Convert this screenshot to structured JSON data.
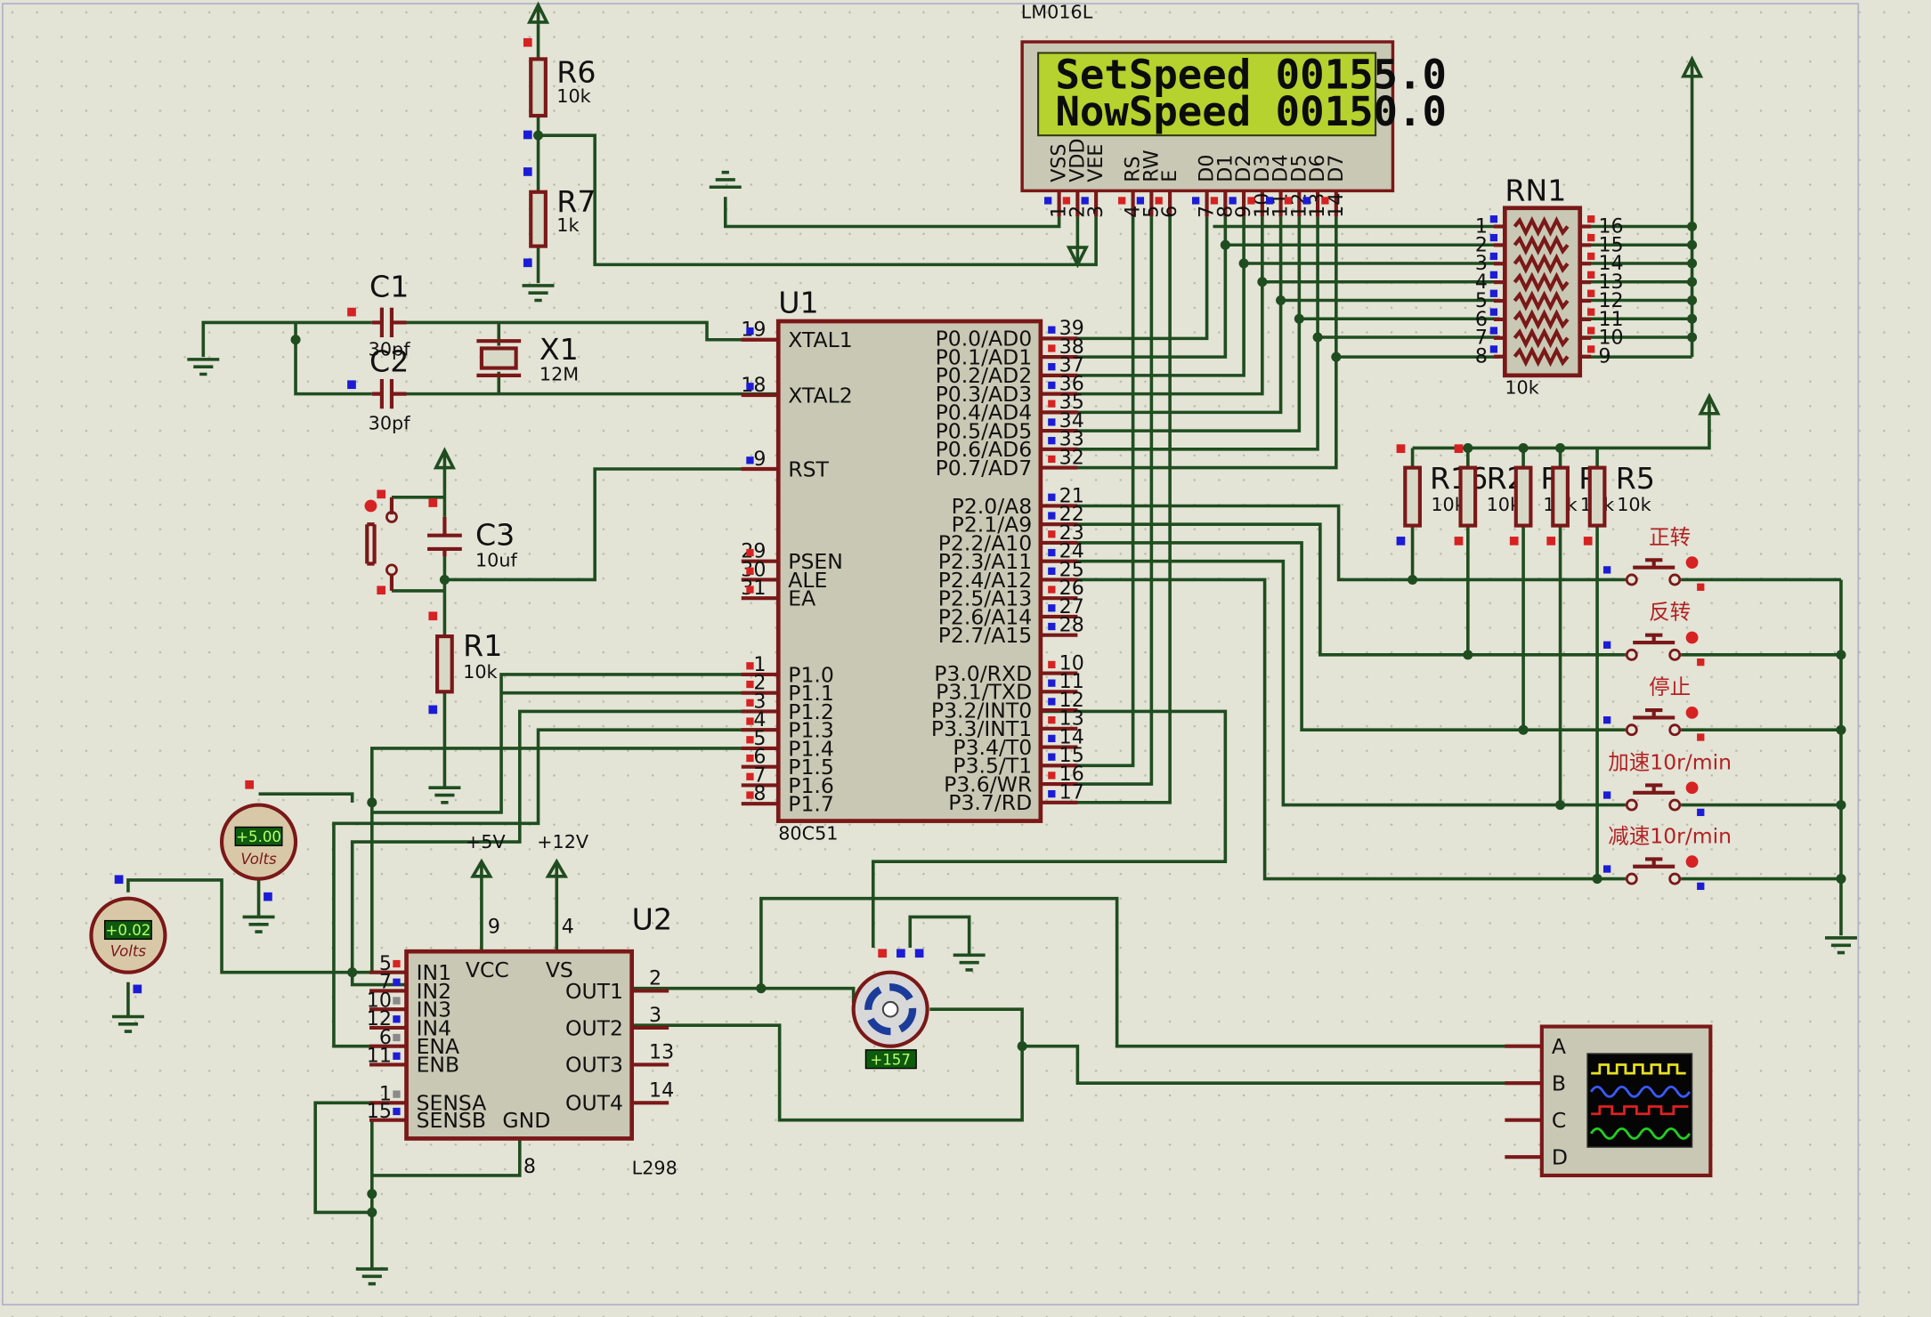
{
  "lcd": {
    "model": "LM016L",
    "line1": "SetSpeed 00155.0",
    "line2": "NowSpeed 00150.0",
    "pins": [
      "VSS",
      "VDD",
      "VEE",
      "RS",
      "RW",
      "E",
      "D0",
      "D1",
      "D2",
      "D3",
      "D4",
      "D5",
      "D6",
      "D7"
    ],
    "pin_numbers": [
      "1",
      "2",
      "3",
      "4",
      "5",
      "6",
      "7",
      "8",
      "9",
      "10",
      "11",
      "12",
      "13",
      "14"
    ]
  },
  "u1": {
    "ref": "U1",
    "part": "80C51",
    "left_pins": [
      {
        "num": "19",
        "name": "XTAL1"
      },
      {
        "num": "18",
        "name": "XTAL2"
      },
      {
        "num": "9",
        "name": "RST"
      },
      {
        "num": "29",
        "name": "PSEN"
      },
      {
        "num": "30",
        "name": "ALE"
      },
      {
        "num": "31",
        "name": "EA"
      },
      {
        "num": "1",
        "name": "P1.0"
      },
      {
        "num": "2",
        "name": "P1.1"
      },
      {
        "num": "3",
        "name": "P1.2"
      },
      {
        "num": "4",
        "name": "P1.3"
      },
      {
        "num": "5",
        "name": "P1.4"
      },
      {
        "num": "6",
        "name": "P1.5"
      },
      {
        "num": "7",
        "name": "P1.6"
      },
      {
        "num": "8",
        "name": "P1.7"
      }
    ],
    "right_pins": [
      {
        "num": "39",
        "name": "P0.0/AD0"
      },
      {
        "num": "38",
        "name": "P0.1/AD1"
      },
      {
        "num": "37",
        "name": "P0.2/AD2"
      },
      {
        "num": "36",
        "name": "P0.3/AD3"
      },
      {
        "num": "35",
        "name": "P0.4/AD4"
      },
      {
        "num": "34",
        "name": "P0.5/AD5"
      },
      {
        "num": "33",
        "name": "P0.6/AD6"
      },
      {
        "num": "32",
        "name": "P0.7/AD7"
      },
      {
        "num": "21",
        "name": "P2.0/A8"
      },
      {
        "num": "22",
        "name": "P2.1/A9"
      },
      {
        "num": "23",
        "name": "P2.2/A10"
      },
      {
        "num": "24",
        "name": "P2.3/A11"
      },
      {
        "num": "25",
        "name": "P2.4/A12"
      },
      {
        "num": "26",
        "name": "P2.5/A13"
      },
      {
        "num": "27",
        "name": "P2.6/A14"
      },
      {
        "num": "28",
        "name": "P2.7/A15"
      },
      {
        "num": "10",
        "name": "P3.0/RXD"
      },
      {
        "num": "11",
        "name": "P3.1/TXD"
      },
      {
        "num": "12",
        "name": "P3.2/INT0"
      },
      {
        "num": "13",
        "name": "P3.3/INT1"
      },
      {
        "num": "14",
        "name": "P3.4/T0"
      },
      {
        "num": "15",
        "name": "P3.5/T1"
      },
      {
        "num": "16",
        "name": "P3.6/WR"
      },
      {
        "num": "17",
        "name": "P3.7/RD"
      }
    ]
  },
  "u2": {
    "ref": "U2",
    "part": "L298",
    "supply_5v": "+5V",
    "supply_12v": "+12V",
    "pins_left": [
      {
        "num": "5",
        "name": "IN1"
      },
      {
        "num": "7",
        "name": "IN2"
      },
      {
        "num": "10",
        "name": "IN3"
      },
      {
        "num": "12",
        "name": "IN4"
      },
      {
        "num": "6",
        "name": "ENA"
      },
      {
        "num": "11",
        "name": "ENB"
      },
      {
        "num": "1",
        "name": "SENSA"
      },
      {
        "num": "15",
        "name": "SENSB"
      }
    ],
    "pins_right": [
      {
        "num": "2",
        "name": "OUT1"
      },
      {
        "num": "3",
        "name": "OUT2"
      },
      {
        "num": "13",
        "name": "OUT3"
      },
      {
        "num": "14",
        "name": "OUT4"
      }
    ],
    "vcc": {
      "num": "9",
      "name": "VCC"
    },
    "vs": {
      "num": "4",
      "name": "VS"
    },
    "gnd": {
      "num": "8",
      "name": "GND"
    }
  },
  "components": {
    "r6": {
      "ref": "R6",
      "value": "10k"
    },
    "r7": {
      "ref": "R7",
      "value": "1k"
    },
    "c1": {
      "ref": "C1",
      "value": "30pf"
    },
    "c2": {
      "ref": "C2",
      "value": "30pf"
    },
    "x1": {
      "ref": "X1",
      "value": "12M"
    },
    "c3": {
      "ref": "C3",
      "value": "10uf"
    },
    "r1": {
      "ref": "R1",
      "value": "10k"
    },
    "rn1": {
      "ref": "RN1",
      "value": "10k",
      "pins_left": [
        "1",
        "2",
        "3",
        "4",
        "5",
        "6",
        "7",
        "8"
      ],
      "pins_right": [
        "16",
        "15",
        "14",
        "13",
        "12",
        "11",
        "10",
        "9"
      ]
    },
    "r16": {
      "ref": "R16",
      "value": "10k"
    },
    "r2": {
      "ref": "R2",
      "value": "10k"
    },
    "r3": {
      "ref": "R",
      "value": "10k"
    },
    "r4": {
      "ref": "R",
      "value": "10k"
    },
    "r5": {
      "ref": "R5",
      "value": "10k"
    },
    "motor": {
      "readout": "+157"
    },
    "voltmeter1": {
      "reading": "+5.00",
      "unit": "Volts"
    },
    "voltmeter2": {
      "reading": "+0.02",
      "unit": "Volts"
    },
    "scope_channels": [
      "A",
      "B",
      "C",
      "D"
    ]
  },
  "buttons": [
    {
      "label": "正转"
    },
    {
      "label": "反转"
    },
    {
      "label": "停止"
    },
    {
      "label": "加速10r/min"
    },
    {
      "label": "减速10r/min"
    }
  ],
  "colors": {
    "background": "#e3e3d6",
    "wire": "#1f4d1f",
    "component_outline": "#7a1818",
    "component_fill": "#c8c8b4",
    "lcd_screen": "#b6d22e",
    "pin_red": "#d62222",
    "pin_blue": "#1c1cd6",
    "label_red": "#b22222"
  }
}
